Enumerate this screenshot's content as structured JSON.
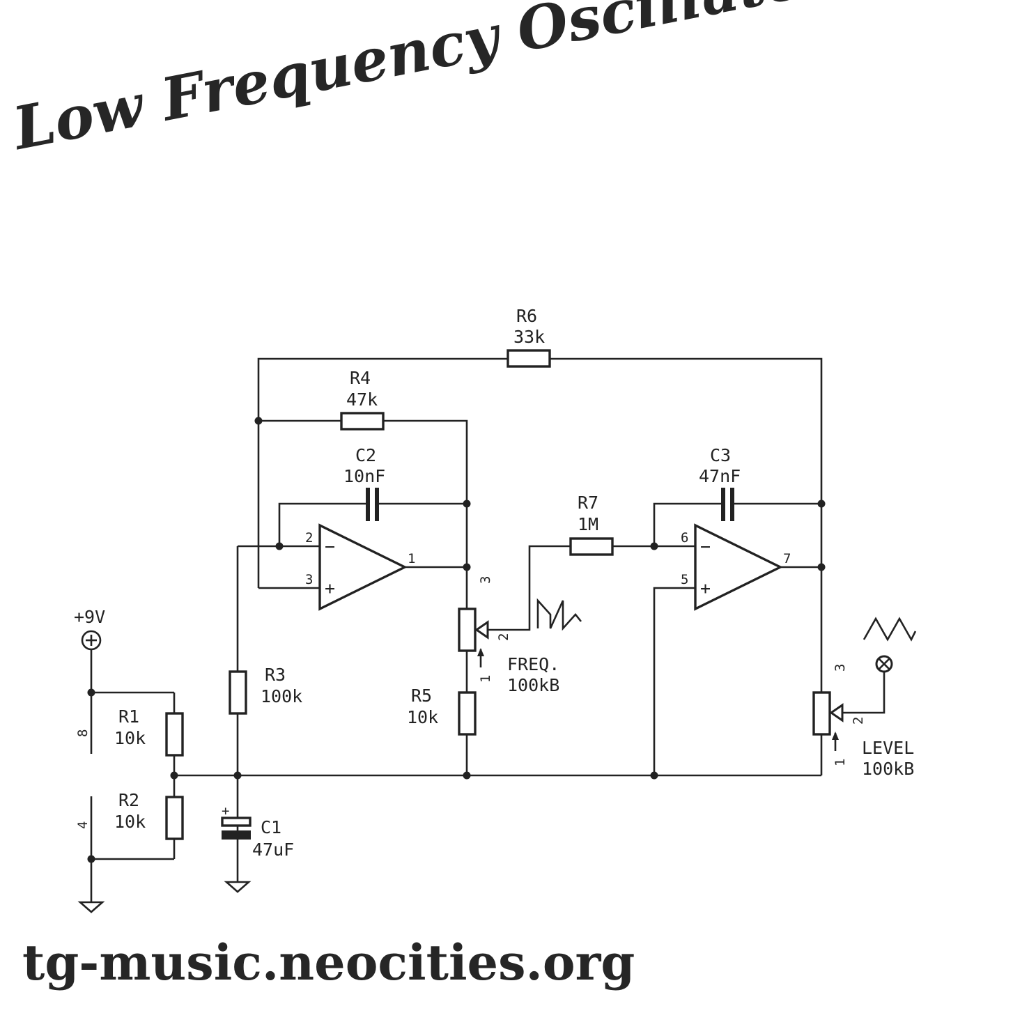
{
  "title": "Low Frequency Oscillator",
  "footer": "tg-music.neocities.org",
  "components": {
    "r1": {
      "ref": "R1",
      "value": "10k"
    },
    "r2": {
      "ref": "R2",
      "value": "10k"
    },
    "r3": {
      "ref": "R3",
      "value": "100k"
    },
    "r4": {
      "ref": "R4",
      "value": "47k"
    },
    "r5": {
      "ref": "R5",
      "value": "10k"
    },
    "r6": {
      "ref": "R6",
      "value": "33k"
    },
    "r7": {
      "ref": "R7",
      "value": "1M"
    },
    "c1": {
      "ref": "C1",
      "value": "47uF",
      "polarity": "+"
    },
    "c2": {
      "ref": "C2",
      "value": "10nF"
    },
    "c3": {
      "ref": "C3",
      "value": "47nF"
    },
    "freq_pot": {
      "ref": "FREQ.",
      "value": "100kB",
      "pins": [
        "1",
        "2",
        "3"
      ]
    },
    "level_pot": {
      "ref": "LEVEL",
      "value": "100kB",
      "pins": [
        "1",
        "2",
        "3"
      ]
    }
  },
  "supply": {
    "label": "+9V",
    "pin_power": "8",
    "pin_ground": "4"
  },
  "opamp1": {
    "pin_inv": "2",
    "pin_noninv": "3",
    "pin_out": "1",
    "sign_inv": "−",
    "sign_noninv": "+"
  },
  "opamp2": {
    "pin_inv": "6",
    "pin_noninv": "5",
    "pin_out": "7",
    "sign_inv": "−",
    "sign_noninv": "+"
  }
}
